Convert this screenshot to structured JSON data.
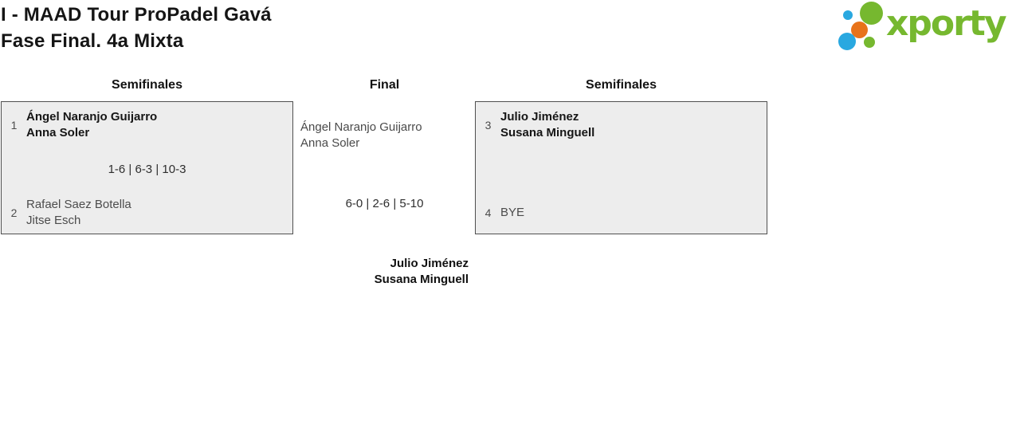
{
  "page": {
    "title_line1": "I - MAAD Tour ProPadel Gavá",
    "title_line2": "Fase Final. 4a Mixta"
  },
  "logo": {
    "brand": "xporty",
    "colors": {
      "green": "#76b82f",
      "blue": "#29a8e0",
      "orange": "#e8731a"
    }
  },
  "bracket": {
    "headers": {
      "left": "Semifinales",
      "center": "Final",
      "right": "Semifinales"
    },
    "semifinal_left": {
      "top": {
        "seed": "1",
        "p1": "Ángel Naranjo Guijarro",
        "p2": "Anna Soler"
      },
      "score": "1-6 | 6-3 | 10-3",
      "bottom": {
        "seed": "2",
        "p1": "Rafael Saez Botella",
        "p2": "Jitse Esch"
      }
    },
    "semifinal_right": {
      "top": {
        "seed": "3",
        "p1": "Julio Jiménez",
        "p2": "Susana Minguell"
      },
      "bottom": {
        "seed": "4",
        "p1": "BYE"
      }
    },
    "final": {
      "top": {
        "p1": "Ángel Naranjo Guijarro",
        "p2": "Anna Soler"
      },
      "score": "6-0 | 2-6 | 5-10",
      "winner": {
        "p1": "Julio Jiménez",
        "p2": "Susana Minguell"
      }
    }
  }
}
